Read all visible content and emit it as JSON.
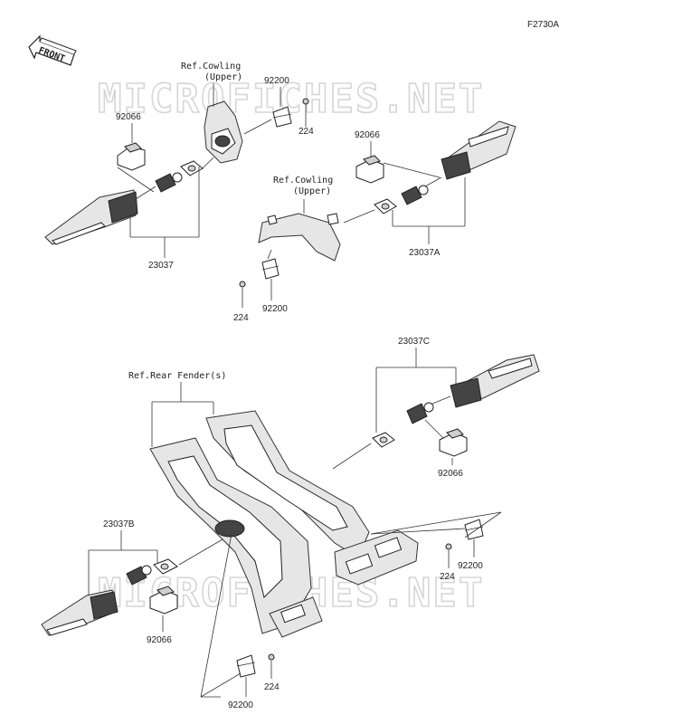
{
  "figure_code": "F2730A",
  "front_label": "FRONT",
  "watermark_text": "MICROFICHES.NET",
  "refs": {
    "cowling_upper_1": [
      "Ref.Cowling",
      "(Upper)"
    ],
    "cowling_upper_2": [
      "Ref.Cowling",
      "(Upper)"
    ],
    "rear_fender": "Ref.Rear Fender(s)"
  },
  "part_labels": {
    "p_92066_a": "92066",
    "p_92200_a": "92200",
    "p_224_a": "224",
    "p_23037": "23037",
    "p_92066_b": "92066",
    "p_23037A": "23037A",
    "p_224_b": "224",
    "p_92200_b": "92200",
    "p_23037C": "23037C",
    "p_92066_c": "92066",
    "p_23037B": "23037B",
    "p_92066_d": "92066",
    "p_224_c": "224",
    "p_92200_c": "92200",
    "p_224_d": "224",
    "p_92200_d": "92200"
  }
}
